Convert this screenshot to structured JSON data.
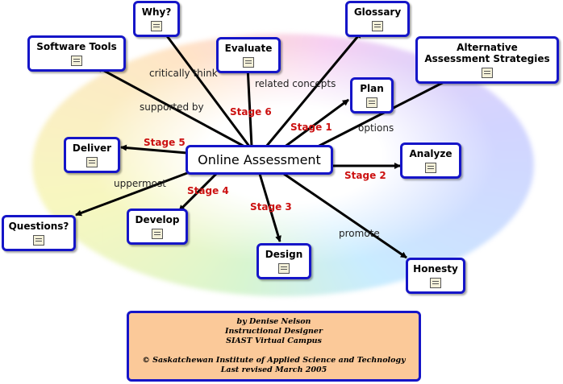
{
  "center": {
    "label": "Online Assessment"
  },
  "nodes": {
    "why": "Why?",
    "glossary": "Glossary",
    "software_tools": "Software Tools",
    "evaluate": "Evaluate",
    "alternative": "Alternative Assessment Strategies",
    "plan": "Plan",
    "deliver": "Deliver",
    "analyze": "Analyze",
    "develop": "Develop",
    "questions": "Questions?",
    "design": "Design",
    "honesty": "Honesty"
  },
  "link_labels": {
    "critically_think": "critically think",
    "related_concepts": "related concepts",
    "supported_by": "supported by",
    "options": "options",
    "uppermost": "uppermost",
    "promote": "promote"
  },
  "stages": {
    "stage1": "Stage 1",
    "stage2": "Stage 2",
    "stage3": "Stage 3",
    "stage4": "Stage 4",
    "stage5": "Stage 5",
    "stage6": "Stage 6"
  },
  "credits": {
    "author": "by Denise Nelson",
    "role": "Instructional Designer",
    "org": "SIAST Virtual Campus",
    "copyright": "© Saskatchewan Institute of Applied Science and Technology",
    "revised": "Last revised March 2005"
  },
  "colors": {
    "border": "#1515c8",
    "stage_text": "#cc1111",
    "credit_bg": "#fbc999"
  }
}
